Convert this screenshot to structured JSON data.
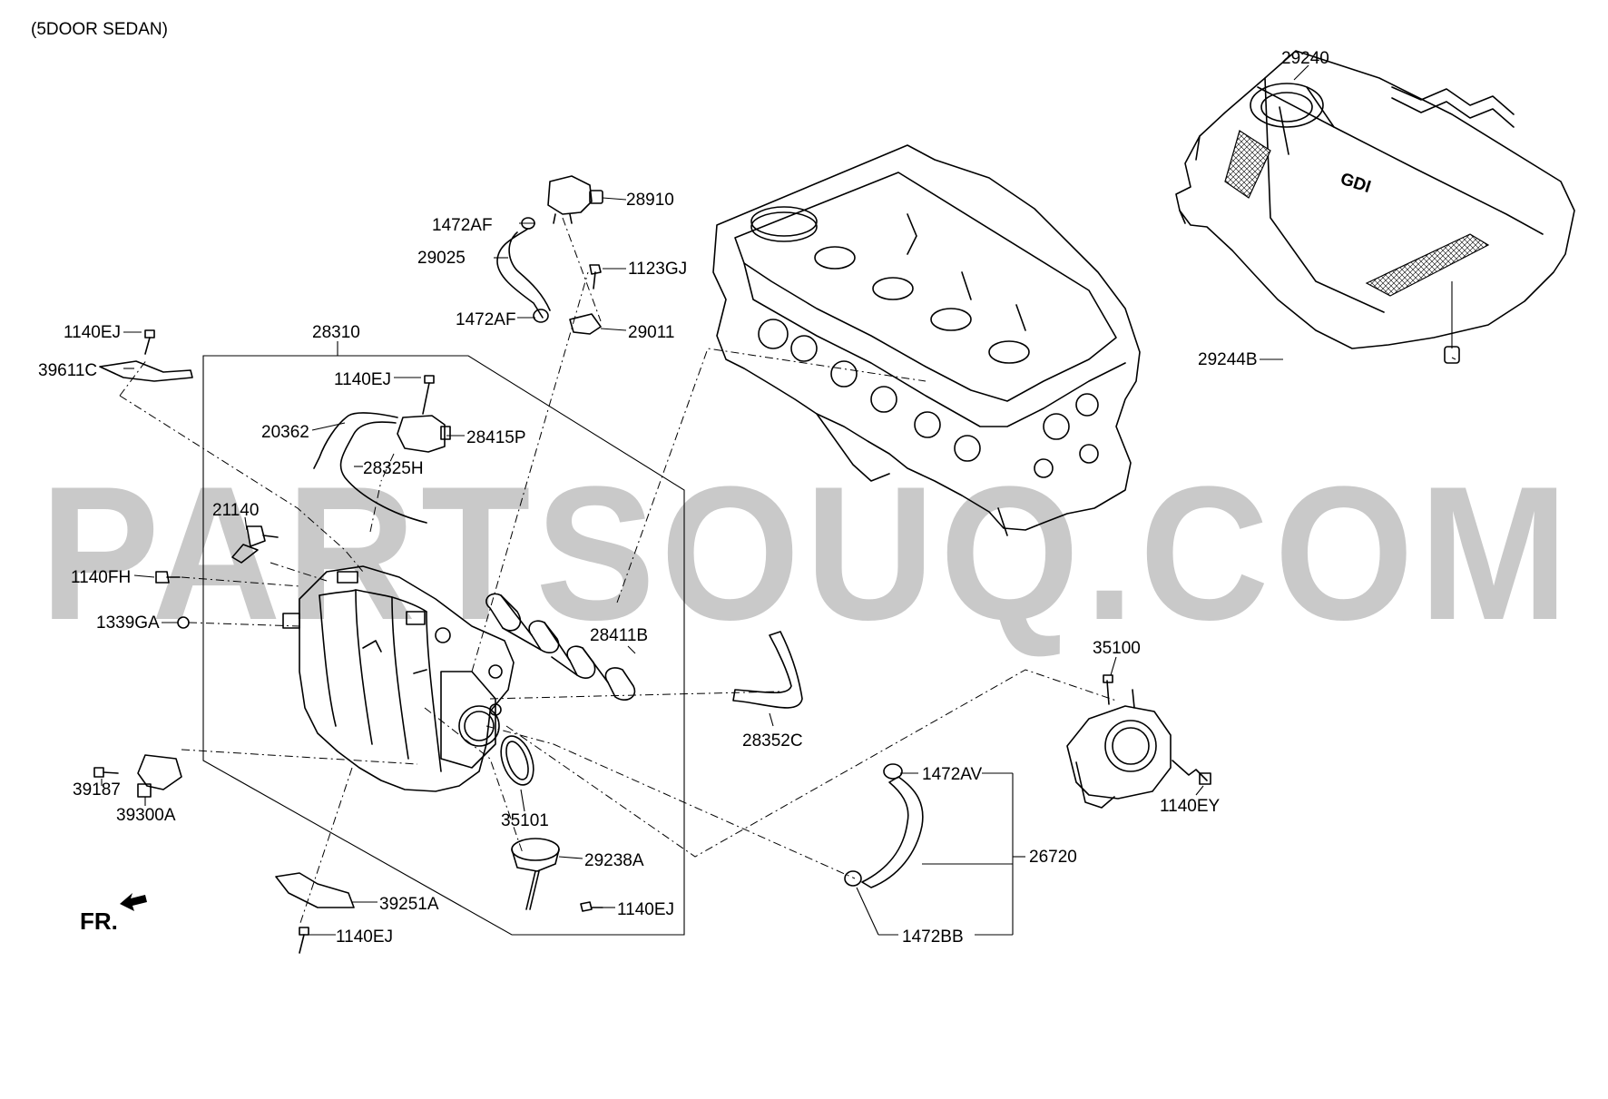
{
  "header": {
    "variant": "(5DOOR SEDAN)"
  },
  "watermark": {
    "text": "PARTSOUQ.COM"
  },
  "orientation": {
    "front_label": "FR."
  },
  "cover_badge": "GDI",
  "labels": {
    "p29240": "29240",
    "p29244b": "29244B",
    "p28910": "28910",
    "p1472af_top": "1472AF",
    "p29025": "29025",
    "p1123gj": "1123GJ",
    "p1472af_bottom": "1472AF",
    "p29011": "29011",
    "p28310": "28310",
    "p1140ej_left": "1140EJ",
    "p39611c": "39611C",
    "p1140ej_inner": "1140EJ",
    "p20362": "20362",
    "p28415p": "28415P",
    "p28325h": "28325H",
    "p21140": "21140",
    "p1140fh": "1140FH",
    "p1339ga": "1339GA",
    "p28411b": "28411B",
    "p35100": "35100",
    "p28352c": "28352C",
    "p39187": "39187",
    "p39300a": "39300A",
    "p35101": "35101",
    "p1472av": "1472AV",
    "p26720": "26720",
    "p1140ey": "1140EY",
    "p29238a": "29238A",
    "p1140ej_actuator": "1140EJ",
    "p39251a": "39251A",
    "p1140ej_bottom": "1140EJ",
    "p1472bb": "1472BB"
  }
}
